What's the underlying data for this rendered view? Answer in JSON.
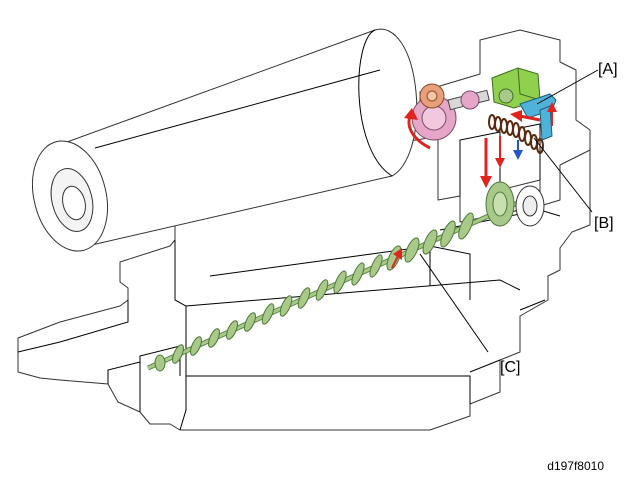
{
  "callouts": {
    "a": "[A]",
    "b": "[B]",
    "c": "[C]"
  },
  "figure_code": "d197f8010",
  "colors": {
    "auger": "#a9c98a",
    "auger_dark": "#5f8a46",
    "green_part": "#8fd14f",
    "pink_gear": "#e6a6c8",
    "orange_gear": "#e8a07a",
    "cyan_part": "#4fb3d9",
    "red_arrow": "#e0231c",
    "blue_arrow": "#2256c8"
  }
}
